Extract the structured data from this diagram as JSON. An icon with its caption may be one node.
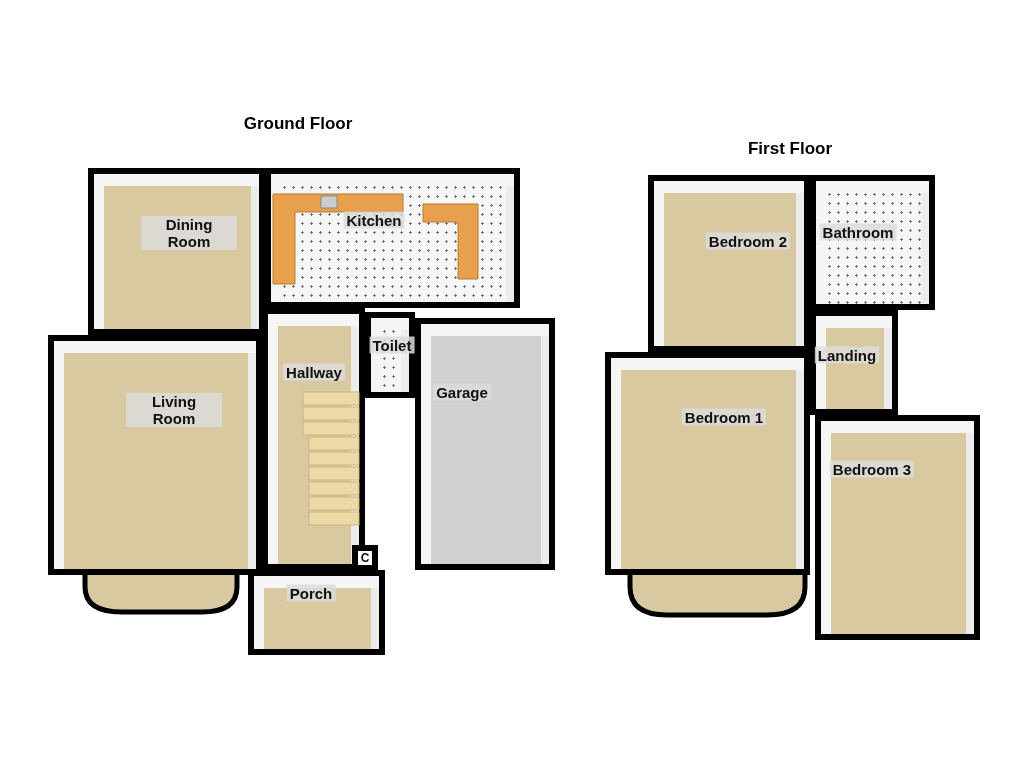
{
  "diagram": {
    "nodes": [
      {
        "text": [
          "Dining Room"
        ]
      },
      {
        "text": [
          "Kitchen"
        ]
      },
      {
        "text": [
          "Living Room"
        ]
      },
      {
        "text": [
          "Hallway"
        ]
      },
      {
        "text": [
          "Toilet"
        ]
      },
      {
        "text": [
          "Garage"
        ]
      },
      {
        "text": [
          "C"
        ],
        "in": 3
      },
      {
        "text": [
          "Porch"
        ]
      },
      {
        "text": [
          "Bedroom 2"
        ]
      },
      {
        "text": [
          "Bathroom"
        ]
      },
      {
        "text": [
          "Landing"
        ]
      },
      {
        "text": [
          "Bedroom 1"
        ]
      },
      {
        "text": [
          "Bedroom 3"
        ]
      }
    ],
    "labels": [
      "Ground Floor",
      "First Floor"
    ]
  }
}
